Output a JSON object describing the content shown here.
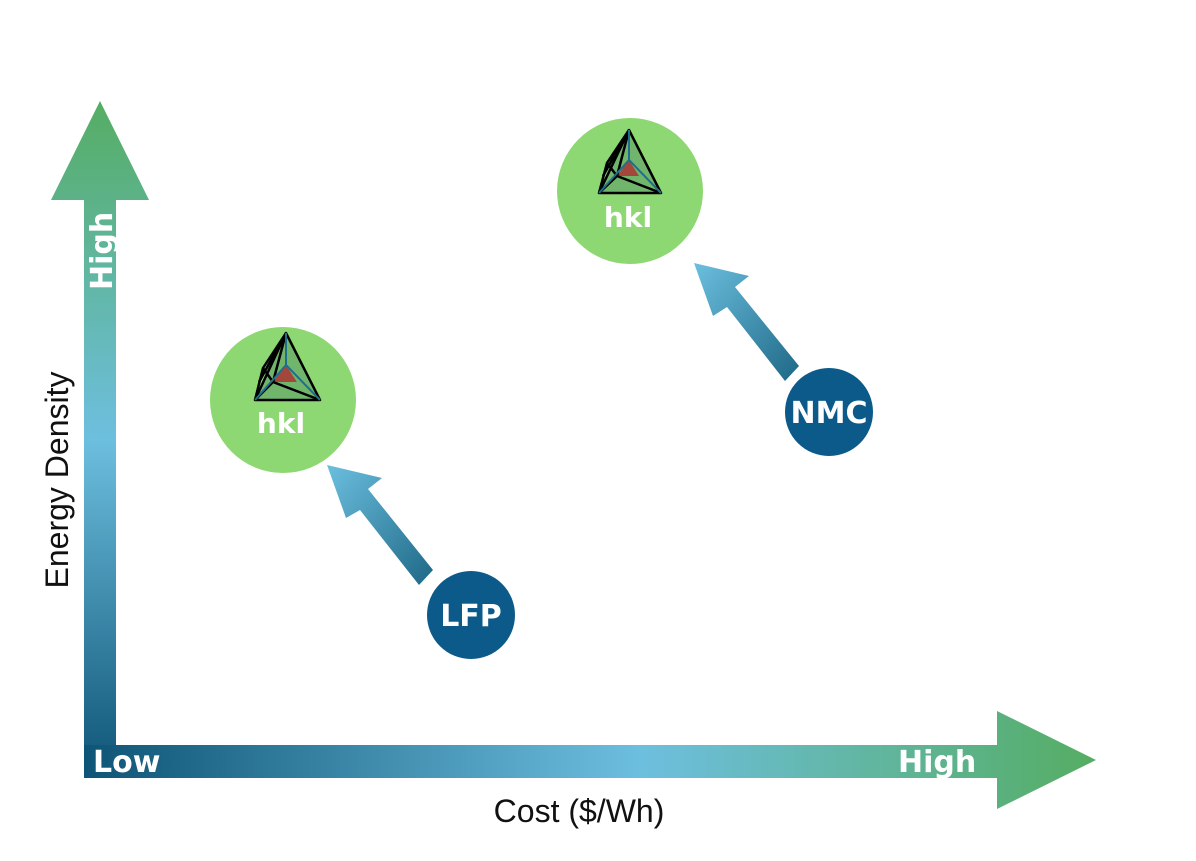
{
  "colors": {
    "axis_dark": "#0e5476",
    "axis_light": "#6dbfdf",
    "axis_green": "#55ad63",
    "material_node": "#0c5a8a",
    "hkl_circle": "#8dd872",
    "arrow_dark": "#1e6886",
    "arrow_light": "#6cbfdf",
    "crystal_core": "#a5463a"
  },
  "y_axis": {
    "title": "Energy Density",
    "high_label": "High"
  },
  "x_axis": {
    "title": "Cost ($/Wh)",
    "low_label": "Low",
    "high_label": "High"
  },
  "materials": [
    {
      "label": "LFP",
      "improved_label": "hkl",
      "icon": "crystal-tetrahedron-icon"
    },
    {
      "label": "NMC",
      "improved_label": "hkl",
      "icon": "crystal-tetrahedron-icon"
    }
  ]
}
